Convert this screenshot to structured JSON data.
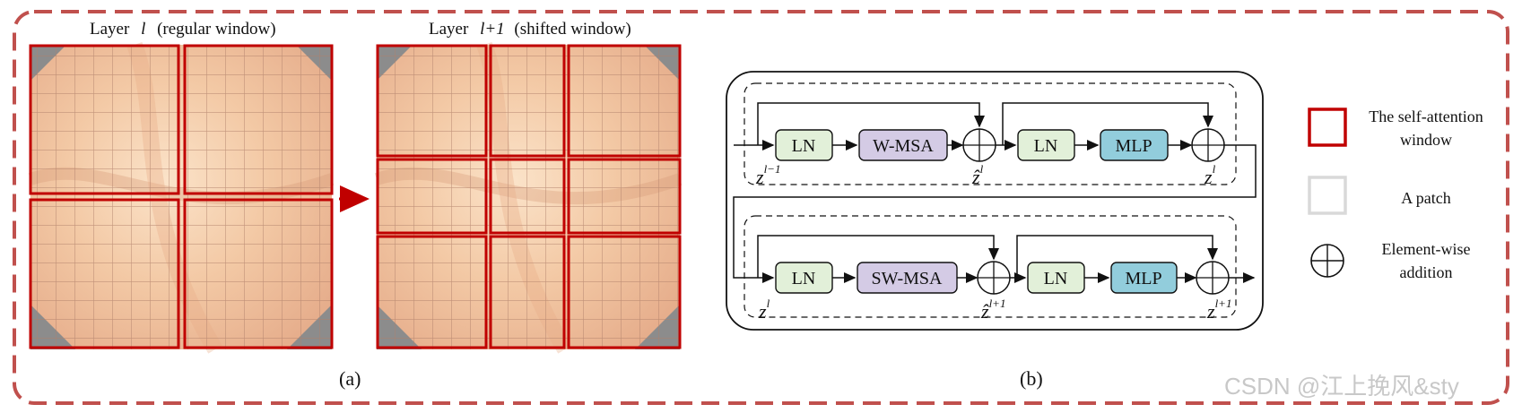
{
  "panel_a": {
    "left_title_prefix": "Layer",
    "left_title_var": "l",
    "left_title_suffix": "(regular window)",
    "right_title_prefix": "Layer",
    "right_title_var": "l+1",
    "right_title_suffix": "(shifted window)",
    "caption": "(a)"
  },
  "panel_b": {
    "top_row": {
      "ln1": "LN",
      "attn": "W-MSA",
      "ln2": "LN",
      "mlp": "MLP",
      "input_var": "z",
      "input_sup": "l−1",
      "mid_var": "ẑ",
      "mid_sup": "l",
      "out_var": "z",
      "out_sup": "l"
    },
    "bottom_row": {
      "ln1": "LN",
      "attn": "SW-MSA",
      "ln2": "LN",
      "mlp": "MLP",
      "input_var": "z",
      "input_sup": "l",
      "mid_var": "ẑ",
      "mid_sup": "l+1",
      "out_var": "z",
      "out_sup": "l+1"
    },
    "caption": "(b)"
  },
  "legend": {
    "window_label_line1": "The self-attention",
    "window_label_line2": "window",
    "patch_label": "A patch",
    "add_label_line1": "Element-wise",
    "add_label_line2": "addition"
  },
  "watermark": "CSDN @江上挽风&sty",
  "colors": {
    "frame_dashed": "#c0504d",
    "window_red": "#c00000",
    "patch_grid": "#b07060",
    "tissue_light": "#f5d3b5",
    "tissue_mid": "#e9b48f",
    "corner_gray": "#8c8c8c",
    "ln_fill": "#e2f0d9",
    "msa_fill": "#d4cbe5",
    "mlp_fill": "#92cddc",
    "patch_legend": "#d9d9d9"
  }
}
